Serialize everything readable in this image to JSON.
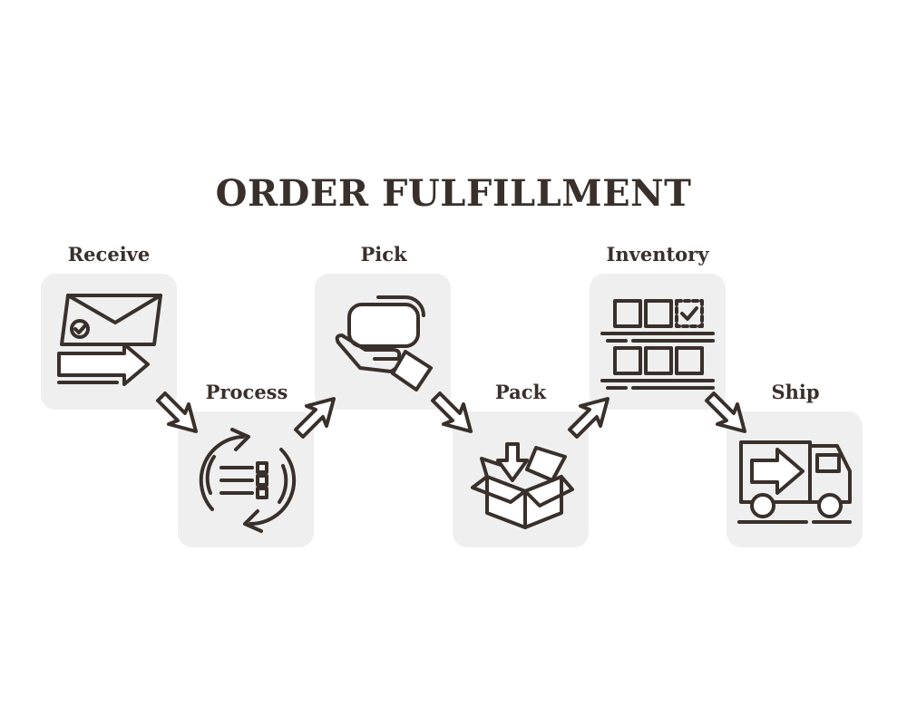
{
  "title": "ORDER FULFILLMENT",
  "steps": [
    {
      "label": "Receive",
      "icon": "envelope-arrow-icon"
    },
    {
      "label": "Process",
      "icon": "cycle-checklist-icon"
    },
    {
      "label": "Pick",
      "icon": "hand-pick-icon"
    },
    {
      "label": "Pack",
      "icon": "open-box-icon"
    },
    {
      "label": "Inventory",
      "icon": "shelf-boxes-icon"
    },
    {
      "label": "Ship",
      "icon": "delivery-truck-icon"
    }
  ],
  "colors": {
    "ink": "#3a302b",
    "tile": "#efefef",
    "background": "#ffffff"
  }
}
